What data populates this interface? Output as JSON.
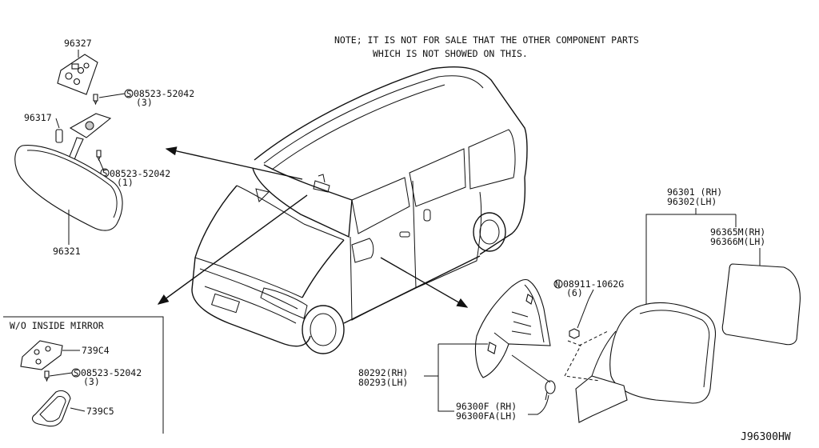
{
  "note": {
    "line1": "NOTE; IT IS NOT FOR SALE THAT THE OTHER COMPONENT PARTS",
    "line2": "WHICH IS NOT SHOWED ON THIS."
  },
  "inside_mirror": {
    "base_cover": "96327",
    "screw1": "08523-52042",
    "screw1_qty": "(3)",
    "pin": "96317",
    "screw2": "08523-52042",
    "screw2_qty": "(1)",
    "mirror": "96321",
    "screw_symbol": "S"
  },
  "wo_inside_mirror": {
    "title": "W/O INSIDE MIRROR",
    "part1": "739C4",
    "screw": "08523-52042",
    "screw_qty": "(3)",
    "part2": "739C5"
  },
  "door_mirror": {
    "assembly_rh": "96301 (RH)",
    "assembly_lh": "96302(LH)",
    "glass_rh": "96365M(RH)",
    "glass_lh": "96366M(LH)",
    "nut": "08911-1062G",
    "nut_qty": "(6)",
    "nut_symbol": "N",
    "finisher_rh": "80292(RH)",
    "finisher_lh": "80293(LH)",
    "cover_rh": "96300F (RH)",
    "cover_lh": "96300FA(LH)"
  },
  "diagram_id": "J96300HW"
}
